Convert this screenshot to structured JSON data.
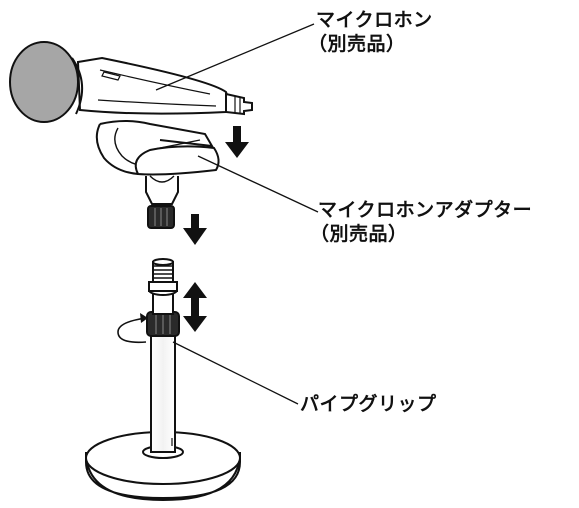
{
  "labels": {
    "microphone": {
      "name": "マイクロホン",
      "note": "（別売品）"
    },
    "adapter": {
      "name": "マイクロホンアダプター",
      "note": "（別売品）"
    },
    "pipe_grip": {
      "name": "パイプグリップ"
    }
  },
  "colors": {
    "line": "#111111",
    "mic_head": "#a6a6a6",
    "grip_dark": "#2a2a2a",
    "background": "#ffffff"
  }
}
